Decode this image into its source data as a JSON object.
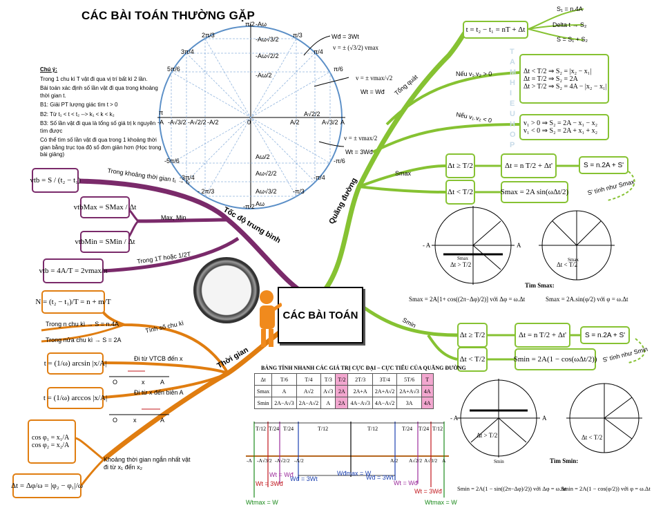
{
  "title": "CÁC BÀI TOÁN THƯỜNG GẶP",
  "center": "CÁC BÀI TOÁN",
  "notes": {
    "heading": "Chú ý:",
    "lines": [
      "Trong 1 chu kì T vật đi qua vị trí bất kì 2 lần.",
      "Bài toán xác định số lần vật đi qua trong khoảng thời gian t.",
      "B1: Giải PT lượng giác tìm t > 0",
      "B2: Từ t₁ < t < t₂ --> k₁ < k < k₂",
      "B3: Số lần vật đi qua là tổng số giá trị k nguyên tìm được",
      "Có thể tìm số lần vật đi qua trong 1 khoảng thời gian bằng trục tọa độ số đơn giản hơn (Học trong bài giảng)"
    ]
  },
  "circle": {
    "top_labels": [
      "π/2",
      "-Aω"
    ],
    "v_labels": [
      "-Aω√3/2",
      "-Aω√2/2",
      "-Aω/2",
      "Aω/2",
      "Aω√2/2",
      "Aω√3/2",
      "Aω"
    ],
    "x_labels": [
      "-A",
      "-A√3/2",
      "-A√2/2",
      "-A/2",
      "0",
      "A/2",
      "A√2/2",
      "A√3/2",
      "A"
    ],
    "angle_labels": [
      "2π/3",
      "π/3",
      "3π/4",
      "π/4",
      "5π/6",
      "π/6",
      "π",
      "-5π/6",
      "-π/6",
      "-3π/4",
      "-π/4",
      "- 2π/3",
      "-π/3",
      "-π/2"
    ],
    "anno": [
      "Wđ = 3Wt",
      "v = ± (√3/2) vmax",
      "v = ± vmax/√2",
      "Wt = Wđ",
      "v = ± vmax/2",
      "Wt = 3Wđ"
    ]
  },
  "branches": {
    "speed": "Tốc độ trung bình",
    "time": "Thời gian",
    "distance": "Quãng đường"
  },
  "speed": {
    "b1_label": "Trong khoảng thời gian t₁ → t₂",
    "b1_formula": "vtb = S / (t₂ − t₁)",
    "b2_label": "Max, Min",
    "b2_f1": "vtbMax = SMax / Δt",
    "b2_f2": "vtbMin = SMin / Δt",
    "b3_label": "Trong 1T hoặc 1/2T",
    "b3_formula": "vtb = 4A/T = 2vmax/π"
  },
  "time": {
    "n_formula": "N = (t₂ − t₁)/T = n + m/T",
    "n_label": "Tính số chu kì",
    "n1": "Trong n chu kì → S = n.4A",
    "n2": "Trong nửa chu kì → S = 2A",
    "vtcb_label": "Đi từ VTCB đến x",
    "vtcb_formula": "t = (1/ω) arcsin |x/A|",
    "bien_label": "Đi từ x đến biên A",
    "bien_formula": "t = (1/ω) arccos |x/A|",
    "axis1": [
      "O",
      "x",
      "A"
    ],
    "axis2": [
      "O",
      "x",
      "A"
    ],
    "cos1": "cos φ₁ = x₁/A",
    "cos2": "cos φ₂ = x₂/A",
    "short_label": "Khoảng thời gian ngắn nhất vật đi từ x₁ đến x₂",
    "dt_formula": "Δt = Δφ/ω = |φ₂ − φ₁|/ω"
  },
  "distance": {
    "general": "Tổng quát",
    "t_formula": "t = t₂ − t₁ = nT + Δt",
    "s1": "S₁ = n.4A",
    "delta": "Delta t → S₂",
    "sum": "S = S₁ + S₂",
    "pos_label": "Nếu v₁.v₂ > 0",
    "pos_lines": [
      "Δt < T/2 ⇒ S₂ = |x₂ − x₁|",
      "Δt = T/2 ⇒ S₂ = 2A",
      "Δt > T/2 ⇒ S₂ = 4A − |x₂ − x₁|"
    ],
    "neg_label": "Nếu v₁.v₂ < 0",
    "neg_lines": [
      "v₁ > 0 ⇒ S₂ = 2A − x₁ − x₂",
      "v₁ < 0 ⇒ S₂ = 2A + x₁ + x₂"
    ],
    "vertical_word": "TAMHIEUHOP",
    "smax": "Smax",
    "smax_ge": "Δt ≥ T/2",
    "smax_dt": "Δt = n T/2 + Δt'",
    "smax_s": "S = n.2A + S'",
    "smax_lt": "Δt < T/2",
    "smax_f": "Smax = 2A sin(ωΔt/2)",
    "smax_note": "S' tính như Smax",
    "smin": "Smin",
    "smin_ge": "Δt ≥ T/2",
    "smin_dt": "Δt = n T/2 + Δt'",
    "smin_s": "S = n.2A + S'",
    "smin_lt": "Δt < T/2",
    "smin_f": "Smin = 2A(1 − cos(ωΔt/2))",
    "smin_note": "S' tính như Smin",
    "tim_smax": "Tìm Smax:",
    "smax_formula1": "Smax = 2A[1+ cos((2π−Δφ)/2)] với Δφ = ω.Δt",
    "smax_formula2": "Smax = 2A.sin(φ/2) với φ = ω.Δt",
    "tim_smin": "Tìm Smin:",
    "smin_formula1": "Smin = 2A(1 − sin((2π−Δφ)/2)) với Δφ = ω.Δt",
    "smin_formula2": "Smin = 2A(1 − cos(φ/2)) với φ = ω.Δt",
    "circ_gt": "Δt > T/2",
    "circ_lt": "Δt < T/2",
    "minus_a": "- A",
    "plus_a": "A",
    "smax_lbl": "Smax",
    "smin_lbl": "Smin"
  },
  "table": {
    "title": "BẢNG TÍNH NHANH CÁC GIÁ TRỊ CỰC ĐẠI – CỰC TIỂU CỦA QUÃNG ĐƯỜNG",
    "header": [
      "Δt",
      "T/6",
      "T/4",
      "T/3",
      "T/2",
      "2T/3",
      "3T/4",
      "5T/6",
      "T"
    ],
    "row1": [
      "Smax",
      "A",
      "A√2",
      "A√3",
      "2A",
      "2A+A",
      "2A+A√2",
      "2A+A√3",
      "4A"
    ],
    "row2": [
      "Smin",
      "2A−A√3",
      "2A−A√2",
      "A",
      "2A",
      "4A−A√3",
      "4A−A√2",
      "3A",
      "4A"
    ]
  },
  "axis": {
    "top": [
      "T/12",
      "T/24",
      "T/24",
      "T/12",
      "T/12",
      "T/24",
      "T/24",
      "T/12"
    ],
    "x": [
      "-A",
      "-A√3/2",
      "-A√2/2",
      "-A/2",
      "A/2",
      "A√2/2",
      "A√3/2",
      "A"
    ],
    "bottom": [
      "Wt = 3Wđ",
      "Wt = Wđ",
      "Wđ = 3Wt",
      "Wđmax = W",
      "Wđ = 3Wt",
      "Wt = Wđ",
      "Wt = 3Wđ"
    ],
    "wtmax": [
      "Wtmax = W",
      "Wtmax = W"
    ]
  }
}
